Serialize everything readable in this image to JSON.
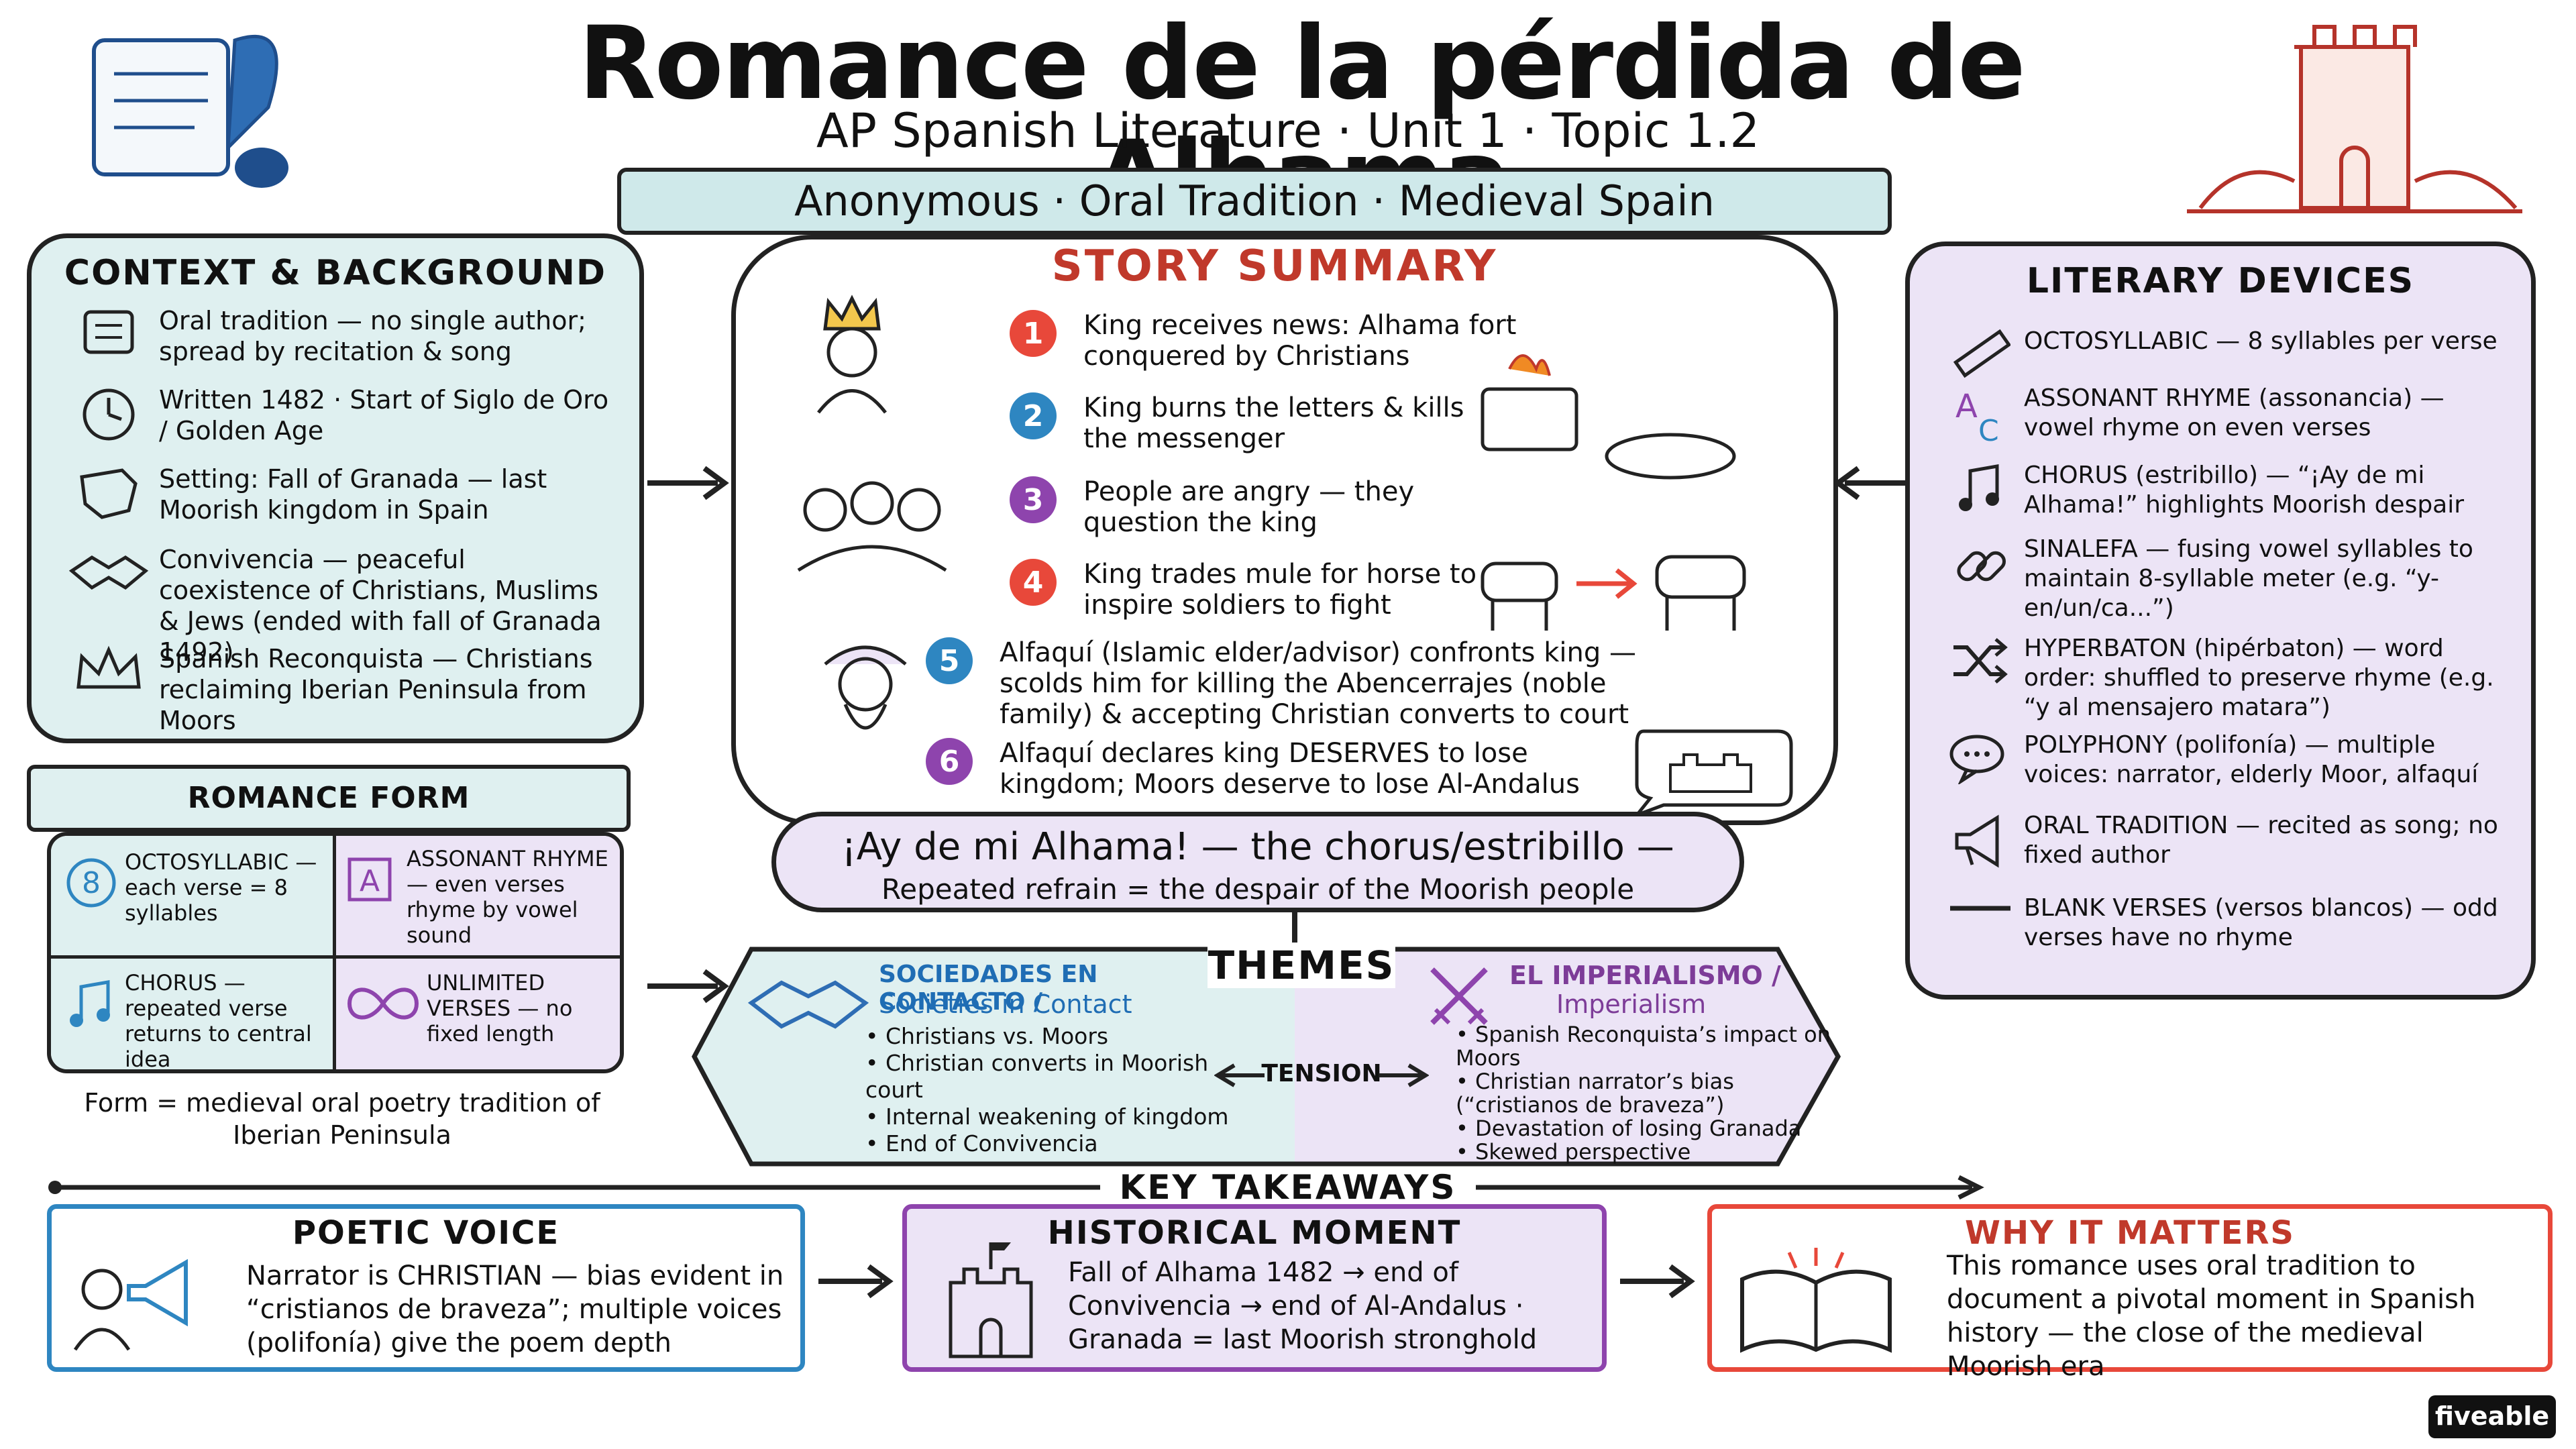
{
  "header": {
    "title": "Romance de la pérdida de Alhama",
    "subtitle": "AP Spanish Literature · Unit 1 · Topic 1.2",
    "banner": "Anonymous · Oral Tradition · Medieval Spain"
  },
  "context": {
    "title": "CONTEXT & BACKGROUND",
    "items": [
      {
        "icon": "scroll-icon",
        "text": "Oral tradition — no single author; spread by recitation & song"
      },
      {
        "icon": "clock-icon",
        "text": "Written 1482 · Start of Siglo de Oro / Golden Age"
      },
      {
        "icon": "spain-map-icon",
        "text": "Setting: Fall of Granada — last Moorish kingdom in Spain"
      },
      {
        "icon": "handshake-icon",
        "text": "Convivencia — peaceful coexistence of Christians, Muslims & Jews (ended with fall of Granada 1492)"
      },
      {
        "icon": "crown-icon",
        "text": "Spanish Reconquista — Christians reclaiming Iberian Peninsula from Moors"
      }
    ]
  },
  "form": {
    "title": "ROMANCE FORM CHARACTERISTICS",
    "cells": [
      {
        "icon": "eight-icon",
        "text": "OCTOSYLLABIC — each verse = 8 syllables"
      },
      {
        "icon": "letter-a-icon",
        "text": "ASSONANT RHYME — even verses rhyme by vowel sound"
      },
      {
        "icon": "music-note-icon",
        "text": "CHORUS — repeated verse returns to central idea"
      },
      {
        "icon": "infinity-icon",
        "text": "UNLIMITED VERSES — no fixed length"
      }
    ],
    "note": "Form = medieval oral poetry tradition of Iberian Peninsula"
  },
  "story": {
    "title": "STORY SUMMARY",
    "steps": [
      {
        "n": "1",
        "color": "#e8483a",
        "text": "King receives news: Alhama fort conquered by Christians"
      },
      {
        "n": "2",
        "color": "#2e86c1",
        "text": "King burns the letters & kills the messenger"
      },
      {
        "n": "3",
        "color": "#8e44ad",
        "text": "People are angry — they question the king"
      },
      {
        "n": "4",
        "color": "#e8483a",
        "text": "King trades mule for horse to inspire soldiers to fight"
      },
      {
        "n": "5",
        "color": "#2e86c1",
        "text": "Alfaquí (Islamic elder/advisor) confronts king — scolds him for killing the Abencerrajes (noble family) & accepting Christian converts to court"
      },
      {
        "n": "6",
        "color": "#8e44ad",
        "text": "Alfaquí declares king DESERVES to lose kingdom; Moors deserve to lose Al-Andalus"
      }
    ]
  },
  "chorus": {
    "line1": "¡Ay de mi Alhama! — the chorus/estribillo —",
    "line2": "Repeated refrain = the despair of the Moorish people"
  },
  "devices": {
    "title": "LITERARY DEVICES",
    "items": [
      {
        "icon": "ruler-icon",
        "text": "OCTOSYLLABIC — 8 syllables per verse"
      },
      {
        "icon": "letters-ac-icon",
        "text": "ASSONANT RHYME (assonancia) — vowel rhyme on even verses"
      },
      {
        "icon": "music-note-icon",
        "text": "CHORUS (estribillo) — “¡Ay de mi Alhama!” highlights Moorish despair"
      },
      {
        "icon": "chain-link-icon",
        "text": "SINALEFA — fusing vowel syllables to maintain 8-syllable meter (e.g. “y-en/un/ca...”)"
      },
      {
        "icon": "shuffle-icon",
        "text": "HYPERBATON (hipérbaton) — word order: shuffled to preserve rhyme (e.g. “y al mensajero matara”)"
      },
      {
        "icon": "speech-bubbles-icon",
        "text": "POLYPHONY (polifonía) — multiple voices: narrator, elderly Moor, alfaquí"
      },
      {
        "icon": "megaphone-icon",
        "text": "ORAL TRADITION — recited as song; no fixed author"
      },
      {
        "icon": "dash-icon",
        "text": "BLANK VERSES (versos blancos) — odd verses have no rhyme"
      }
    ]
  },
  "themes": {
    "title": "THEMES",
    "tension": "TENSION",
    "left": {
      "title1": "SOCIEDADES EN CONTACTO /",
      "title2": "Societies in Contact",
      "bullets": [
        "Christians vs. Moors",
        "Christian converts in Moorish court",
        "Internal weakening of kingdom",
        "End of Convivencia"
      ]
    },
    "right": {
      "title1": "EL IMPERIALISMO /",
      "title2": "Imperialism",
      "bullets": [
        "Spanish Reconquista’s impact on Moors",
        "Christian narrator’s bias (“cristianos de braveza”)",
        "Devastation of losing Granada",
        "Skewed perspective"
      ]
    }
  },
  "takeaways": {
    "title": "KEY TAKEAWAYS",
    "cards": [
      {
        "title": "POETIC VOICE",
        "text": "Narrator is CHRISTIAN — bias evident in “cristianos de braveza”; multiple voices (polifonía) give the poem depth"
      },
      {
        "title": "HISTORICAL MOMENT",
        "text": "Fall of Alhama 1482 → end of Convivencia → end of Al-Andalus · Granada = last Moorish stronghold"
      },
      {
        "title": "WHY IT MATTERS",
        "text": "This romance uses oral tradition to document a pivotal moment in Spanish history — the close of the medieval Moorish era"
      }
    ]
  },
  "brand": "fiveable",
  "colors": {
    "teal": "#dff0f0",
    "purple": "#ece4f6",
    "red": "#e8483a",
    "blue": "#2e86c1",
    "violet": "#8e44ad"
  }
}
